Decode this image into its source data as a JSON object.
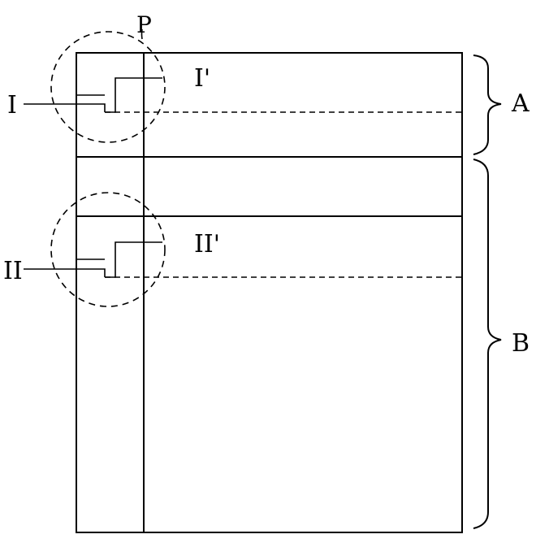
{
  "labels": {
    "p": "P",
    "a": "A",
    "b": "B",
    "i": "I",
    "i_prime": "I'",
    "ii": "II",
    "ii_prime": "II'"
  }
}
